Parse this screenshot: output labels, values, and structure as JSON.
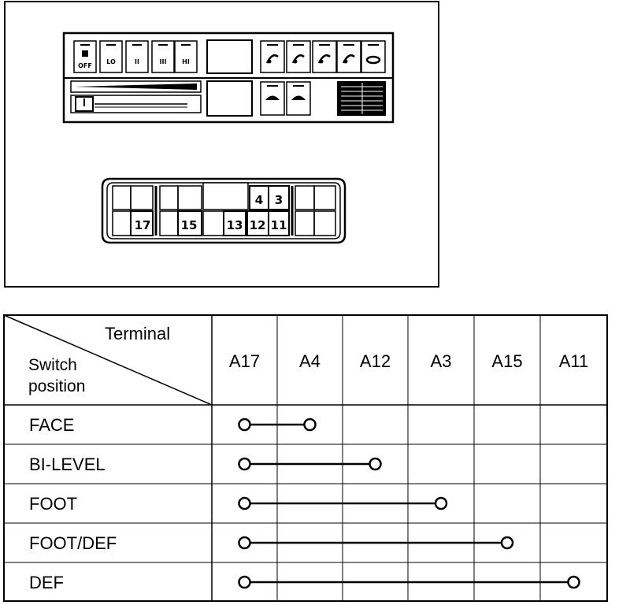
{
  "panel": {
    "left_buttons": [
      {
        "label": "OFF",
        "icon": "fan-icon"
      },
      {
        "label": "LO"
      },
      {
        "label": "II"
      },
      {
        "label": "III"
      },
      {
        "label": "HI"
      }
    ],
    "mode_buttons": [
      {
        "icon": "face-mode-icon"
      },
      {
        "icon": "bi-level-mode-icon"
      },
      {
        "icon": "foot-mode-icon"
      },
      {
        "icon": "foot-def-mode-icon"
      },
      {
        "icon": "def-mode-icon"
      }
    ],
    "lower_buttons": [
      {
        "icon": "fresh-air-icon"
      },
      {
        "icon": "recirculate-icon"
      }
    ]
  },
  "connector": {
    "upper_pins": [
      "4",
      "3"
    ],
    "lower_pins": [
      "17",
      "15",
      "13",
      "12",
      "11"
    ]
  },
  "table": {
    "header_terminal": "Terminal",
    "header_switch_line1": "Switch",
    "header_switch_line2": "position",
    "columns": [
      "A17",
      "A4",
      "A12",
      "A3",
      "A15",
      "A11"
    ],
    "rows": [
      {
        "label": "FACE",
        "from": 0,
        "to": 1
      },
      {
        "label": "BI-LEVEL",
        "from": 0,
        "to": 2
      },
      {
        "label": "FOOT",
        "from": 0,
        "to": 3
      },
      {
        "label": "FOOT/DEF",
        "from": 0,
        "to": 4
      },
      {
        "label": "DEF",
        "from": 0,
        "to": 5
      }
    ]
  }
}
